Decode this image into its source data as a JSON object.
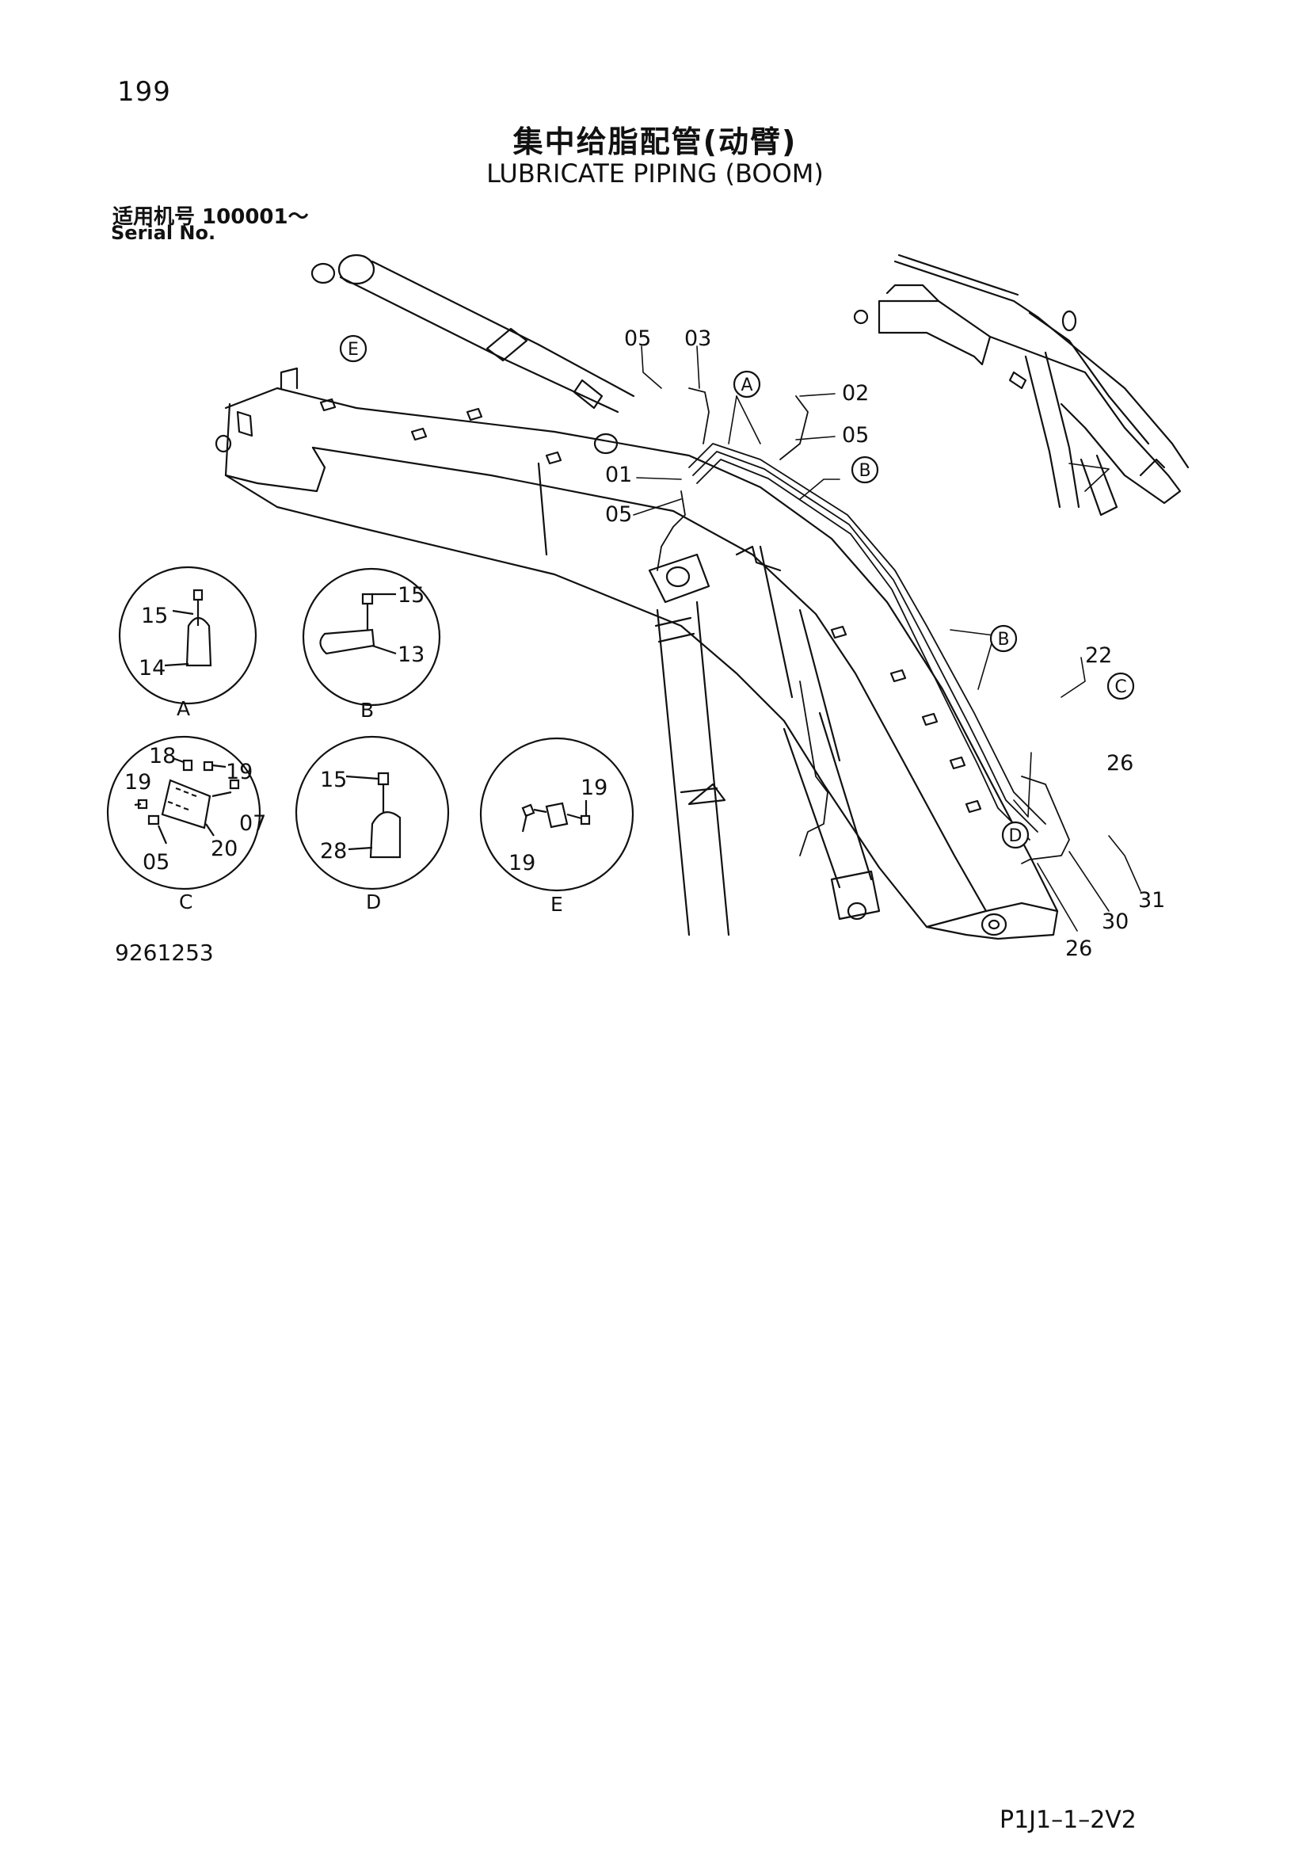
{
  "page": {
    "number": "199",
    "title_cn": "集中给脂配管(动臂)",
    "title_en": "LUBRICATE PIPING (BOOM)",
    "serial_cn": "适用机号  100001～",
    "serial_en": "Serial No.",
    "drawing_number": "9261253",
    "page_code": "P1J1–1–2V2"
  },
  "main_view": {
    "part_labels": {
      "p05a": "05",
      "p03": "03",
      "p02": "02",
      "p05b": "05",
      "p01": "01",
      "p05c": "05",
      "p22": "22",
      "p26a": "26",
      "p31": "31",
      "p30": "30",
      "p26b": "26"
    },
    "view_markers": {
      "a": "A",
      "b1": "B",
      "b2": "B",
      "c": "C",
      "d": "D",
      "e": "E"
    }
  },
  "detail_views": [
    {
      "caption": "A",
      "labels": [
        "15",
        "14"
      ]
    },
    {
      "caption": "B",
      "labels": [
        "15",
        "13"
      ]
    },
    {
      "caption": "C",
      "labels": [
        "18",
        "19",
        "19",
        "07",
        "05",
        "20"
      ]
    },
    {
      "caption": "D",
      "labels": [
        "15",
        "28"
      ]
    },
    {
      "caption": "E",
      "labels": [
        "19",
        "19"
      ]
    }
  ]
}
